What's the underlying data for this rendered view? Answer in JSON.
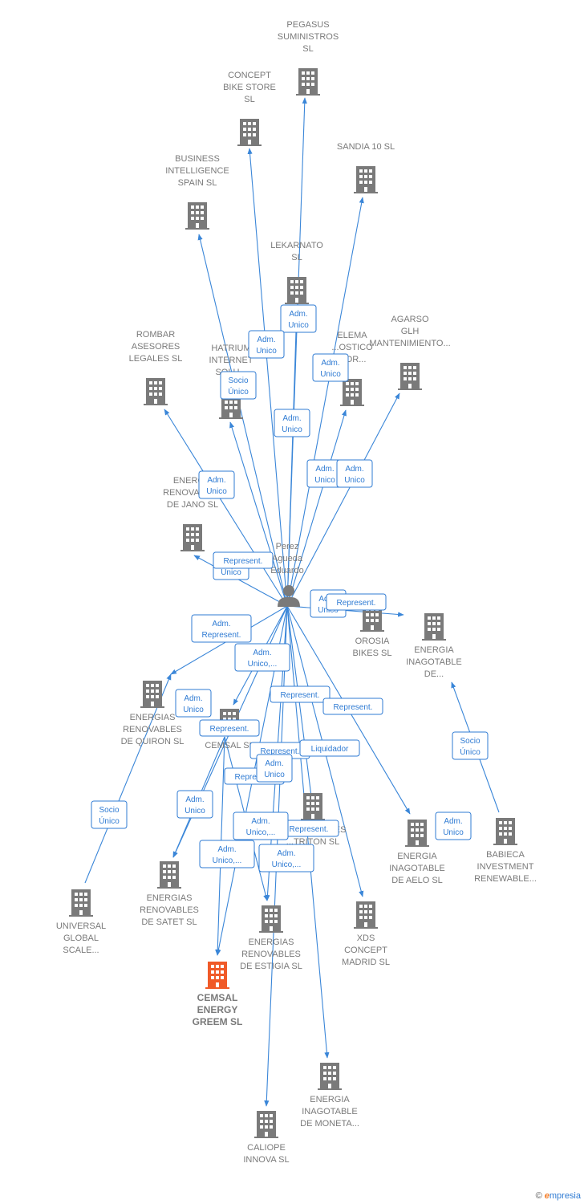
{
  "colors": {
    "edge": "#3a86d8",
    "building": "#7a7a7a",
    "focus": "#f05a28",
    "person": "#7a7a7a"
  },
  "person": {
    "id": "perez",
    "name_lines": [
      "Perez",
      "Agueda",
      "Eduardo"
    ],
    "icon": "person-icon"
  },
  "nodes": [
    {
      "id": "pegasus",
      "lines": [
        "PEGASUS",
        "SUMINISTROS",
        "SL"
      ]
    },
    {
      "id": "concept",
      "lines": [
        "CONCEPT",
        "BIKE STORE",
        "SL"
      ]
    },
    {
      "id": "sandia",
      "lines": [
        "SANDIA 10  SL"
      ]
    },
    {
      "id": "business",
      "lines": [
        "BUSINESS",
        "INTELLIGENCE",
        "SPAIN  SL"
      ]
    },
    {
      "id": "lekarnato",
      "lines": [
        "LEKARNATO",
        "SL"
      ]
    },
    {
      "id": "agarso",
      "lines": [
        "AGARSO",
        "GLH",
        "MANTENIMIENTO..."
      ]
    },
    {
      "id": "rombar",
      "lines": [
        "ROMBAR",
        "ASESORES",
        "LEGALES  SL"
      ]
    },
    {
      "id": "hatrium",
      "lines": [
        "HATRIUM",
        "INTERNET",
        "SOLU..."
      ]
    },
    {
      "id": "elema",
      "lines": [
        "ELEMA",
        "...OSTICO",
        "...OR..."
      ]
    },
    {
      "id": "jano",
      "lines": [
        "ENERG...",
        "RENOVABLES",
        "DE JANO  SL"
      ]
    },
    {
      "id": "orosia",
      "lines": [
        "OROSIA",
        "BIKES  SL"
      ]
    },
    {
      "id": "inagotable_de",
      "lines": [
        "ENERGIA",
        "INAGOTABLE",
        "DE..."
      ]
    },
    {
      "id": "quiron",
      "lines": [
        "ENERGIAS",
        "RENOVABLES",
        "DE QUIRON  SL"
      ]
    },
    {
      "id": "cemsal",
      "lines": [
        "CEMSAL SL"
      ]
    },
    {
      "id": "triton",
      "lines": [
        "...RENOVABLES",
        "...TRITON  SL"
      ]
    },
    {
      "id": "aelo",
      "lines": [
        "ENERGIA",
        "INAGOTABLE",
        "DE AELO  SL"
      ]
    },
    {
      "id": "babieca",
      "lines": [
        "BABIECA",
        "INVESTMENT",
        "RENEWABLE..."
      ]
    },
    {
      "id": "universal",
      "lines": [
        "UNIVERSAL",
        "GLOBAL",
        "SCALE..."
      ]
    },
    {
      "id": "satet",
      "lines": [
        "ENERGIAS",
        "RENOVABLES",
        "DE SATET  SL"
      ]
    },
    {
      "id": "estigia",
      "lines": [
        "ENERGIAS",
        "RENOVABLES",
        "DE ESTIGIA  SL"
      ]
    },
    {
      "id": "xds",
      "lines": [
        "XDS",
        "CONCEPT",
        "MADRID  SL"
      ]
    },
    {
      "id": "greem",
      "lines": [
        "CEMSAL",
        "ENERGY",
        "GREEM  SL"
      ],
      "focus": true
    },
    {
      "id": "moneta",
      "lines": [
        "ENERGIA",
        "INAGOTABLE",
        "DE MONETA..."
      ]
    },
    {
      "id": "caliope",
      "lines": [
        "CALIOPE",
        "INNOVA SL"
      ]
    }
  ],
  "edges": [
    {
      "from": "perez",
      "to": "pegasus"
    },
    {
      "from": "perez",
      "to": "concept"
    },
    {
      "from": "perez",
      "to": "sandia"
    },
    {
      "from": "perez",
      "to": "business"
    },
    {
      "from": "perez",
      "to": "lekarnato"
    },
    {
      "from": "perez",
      "to": "agarso"
    },
    {
      "from": "perez",
      "to": "rombar"
    },
    {
      "from": "perez",
      "to": "hatrium"
    },
    {
      "from": "perez",
      "to": "elema"
    },
    {
      "from": "perez",
      "to": "jano"
    },
    {
      "from": "perez",
      "to": "orosia"
    },
    {
      "from": "perez",
      "to": "quiron"
    },
    {
      "from": "perez",
      "to": "cemsal"
    },
    {
      "from": "perez",
      "to": "triton"
    },
    {
      "from": "perez",
      "to": "aelo"
    },
    {
      "from": "perez",
      "to": "satet"
    },
    {
      "from": "perez",
      "to": "estigia"
    },
    {
      "from": "perez",
      "to": "xds"
    },
    {
      "from": "perez",
      "to": "greem"
    },
    {
      "from": "perez",
      "to": "moneta"
    },
    {
      "from": "perez",
      "to": "caliope"
    },
    {
      "from": "babieca",
      "to": "inagotable_de"
    },
    {
      "from": "universal",
      "to": "quiron"
    },
    {
      "from": "cemsal",
      "to": "greem"
    },
    {
      "from": "cemsal",
      "to": "satet"
    },
    {
      "from": "cemsal",
      "to": "estigia"
    }
  ],
  "edge_labels": [
    {
      "id": "l1",
      "lines": [
        "Adm.",
        "Unico"
      ]
    },
    {
      "id": "l2",
      "lines": [
        "Adm.",
        "Unico"
      ]
    },
    {
      "id": "l3",
      "lines": [
        "Adm.",
        "Unico"
      ]
    },
    {
      "id": "l4",
      "lines": [
        "Socio",
        "Único"
      ]
    },
    {
      "id": "l5",
      "lines": [
        "Adm.",
        "Unico"
      ]
    },
    {
      "id": "l6",
      "lines": [
        "Adm.",
        "Unico"
      ]
    },
    {
      "id": "l7",
      "lines": [
        "Adm.",
        "Unico"
      ]
    },
    {
      "id": "l8",
      "lines": [
        "Adm.",
        "Unico"
      ]
    },
    {
      "id": "l9",
      "lines": [
        "Adm.",
        "Unico"
      ]
    },
    {
      "id": "l10",
      "lines": [
        "Represent."
      ]
    },
    {
      "id": "l11",
      "lines": [
        "Adm.",
        "Unico"
      ]
    },
    {
      "id": "l12",
      "lines": [
        "Represent."
      ]
    },
    {
      "id": "l13",
      "lines": [
        "Adm.",
        "Represent."
      ]
    },
    {
      "id": "l14",
      "lines": [
        "Adm.",
        "Unico,..."
      ]
    },
    {
      "id": "l15",
      "lines": [
        "Represent."
      ]
    },
    {
      "id": "l16",
      "lines": [
        "Represent."
      ]
    },
    {
      "id": "l17",
      "lines": [
        "Adm.",
        "Unico"
      ]
    },
    {
      "id": "l18",
      "lines": [
        "Represent."
      ]
    },
    {
      "id": "l19",
      "lines": [
        "Represent."
      ]
    },
    {
      "id": "l20",
      "lines": [
        "Liquidador"
      ]
    },
    {
      "id": "l21",
      "lines": [
        "Represent."
      ]
    },
    {
      "id": "l22",
      "lines": [
        "Adm.",
        "Unico"
      ]
    },
    {
      "id": "l23",
      "lines": [
        "Adm.",
        "Unico"
      ]
    },
    {
      "id": "l24",
      "lines": [
        "Represent."
      ]
    },
    {
      "id": "l25",
      "lines": [
        "Adm.",
        "Unico,..."
      ]
    },
    {
      "id": "l26",
      "lines": [
        "Adm.",
        "Unico"
      ]
    },
    {
      "id": "l27",
      "lines": [
        "Adm.",
        "Unico,..."
      ]
    },
    {
      "id": "l28",
      "lines": [
        "Adm.",
        "Unico,..."
      ]
    },
    {
      "id": "l29",
      "lines": [
        "Socio",
        "Único"
      ]
    },
    {
      "id": "l30",
      "lines": [
        "Socio",
        "Único"
      ]
    }
  ],
  "credit": {
    "copyright": "©",
    "brand_initial": "e",
    "brand_rest": "mpresia"
  }
}
